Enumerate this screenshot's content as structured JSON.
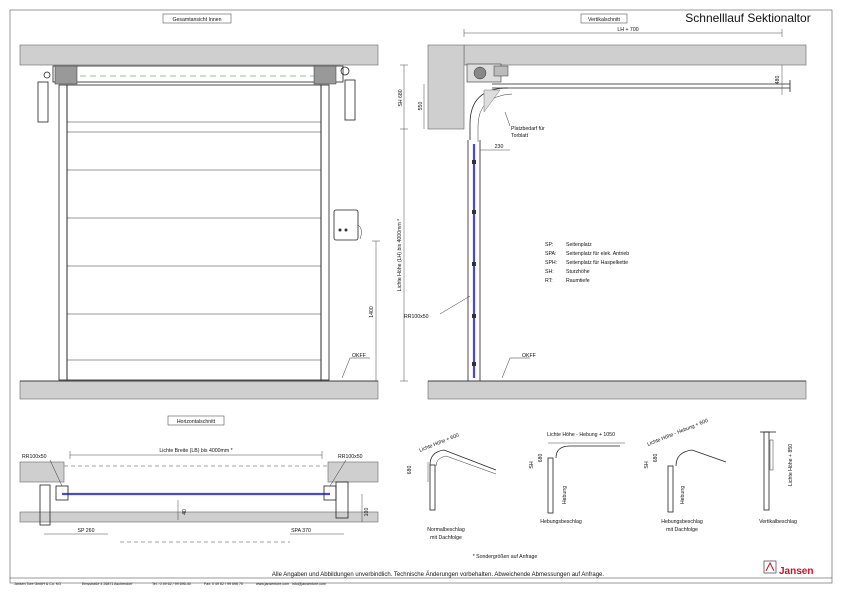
{
  "title": "Schnelllauf Sektionaltor",
  "views": {
    "front": "Gesamtansicht Innen",
    "vertical": "Vertikalschnitt",
    "horizontal": "Horizontalschnitt"
  },
  "dims": {
    "lh700": "LH + 700",
    "d480": "480",
    "sh680": "SH 680",
    "d550": "550",
    "d230": "230",
    "d1400": "1400",
    "d40": "40",
    "d100": "100",
    "sp260": "SP 260",
    "spa370": "SPA 370",
    "lichte_hoehe": "Lichte Höhe (LH) bis 4000mm *",
    "lichte_breite": "Lichte Breite (LB) bis 4000mm *"
  },
  "labels": {
    "platzbedarf1": "Platzbedarf für",
    "platzbedarf2": "Torblatt",
    "rr_vert": "RR100x50",
    "rr_left": "RR100x50",
    "rr_right": "RR100x50",
    "okff_left": "OKFF",
    "okff_right": "OKFF"
  },
  "legend": [
    {
      "code": "SP:",
      "text": "Seitenplatz"
    },
    {
      "code": "SPA:",
      "text": "Seitenplatz für elek. Antrieb"
    },
    {
      "code": "SPH:",
      "text": "Seitenplatz für Haspelkette"
    },
    {
      "code": "SH:",
      "text": "Sturzhöhe"
    },
    {
      "code": "RT:",
      "text": "Raumtiefe"
    }
  ],
  "fittings": {
    "f1": {
      "dim": "Lichte Höhe + 600",
      "d680": "680",
      "caption1": "Normalbeschlag",
      "caption2": "mit Dachfolge"
    },
    "f2": {
      "dim": "Lichte Höhe - Hebung + 1050",
      "sh": "SH",
      "d680": "680",
      "hebung": "Hebung",
      "caption1": "Hebungsbeschlag"
    },
    "f3": {
      "dim": "Lichte Höhe - Hebung + 600",
      "sh": "SH",
      "d680": "680",
      "hebung": "Hebung",
      "caption1": "Hebungsbeschlag",
      "caption2": "mit Dachfolge"
    },
    "f4": {
      "dim": "Lichte Höhe + 850",
      "caption1": "Vertikalbeschlag"
    }
  },
  "note": "* Sondergrößen auf Anfrage",
  "footer": {
    "company": "Jansen Tore   GmbH & Co. KG",
    "address": "Emsstraße 4    26871 Aschendorf",
    "tel": "Tel.: 0 49 62 / 99 696-40",
    "fax": "Fax: 0 49 62 / 99 696 70",
    "web": "www.jansentore.com",
    "mail": "info@jansentore.com",
    "disclaimer": "Alle Angaben und Abbildungen unverbindlich. Technische Änderungen vorbehalten. Abweichende Abmessungen auf Anfrage."
  },
  "brand": "Jansen",
  "colors": {
    "brand": "#c8102e",
    "wall": "#cfcfcf",
    "panel": "#4a4ad0",
    "guide": "#2a8a2a"
  }
}
